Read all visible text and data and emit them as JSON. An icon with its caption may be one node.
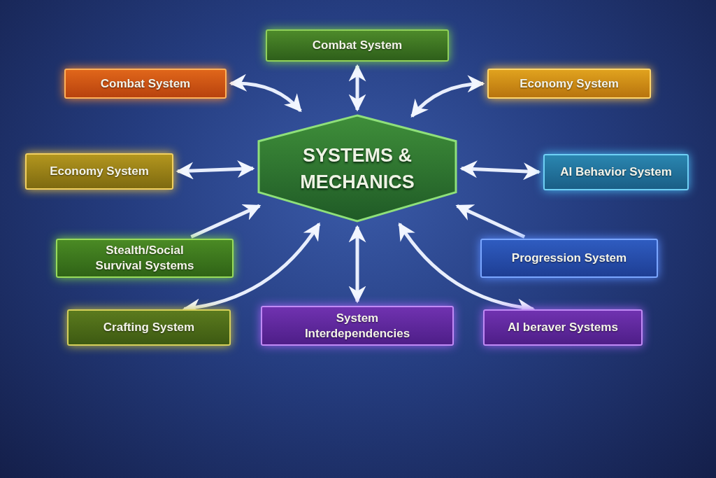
{
  "diagram": {
    "nodes": [
      {
        "text": [
          "SYSTEMS & MECHANICS"
        ]
      },
      {
        "text": [
          "Combat System"
        ]
      },
      {
        "text": [
          "Combat System"
        ]
      },
      {
        "text": [
          "Economy System"
        ]
      },
      {
        "text": [
          "Economy System"
        ]
      },
      {
        "text": [
          "AI Behavior System"
        ]
      },
      {
        "text": [
          "Stealth/Social Survival Systems"
        ]
      },
      {
        "text": [
          "Progression System"
        ]
      },
      {
        "text": [
          "Crafting System"
        ]
      },
      {
        "text": [
          "System Interdependencies"
        ]
      },
      {
        "text": [
          "AI beraver Systems"
        ]
      }
    ],
    "edges": [
      {
        "from": 0,
        "to": 1,
        "arrow": "both"
      },
      {
        "from": 2,
        "to": 0,
        "arrow": "both"
      },
      {
        "from": 3,
        "to": 0,
        "arrow": "both"
      },
      {
        "from": 4,
        "to": 0,
        "arrow": "both"
      },
      {
        "from": 0,
        "to": 5,
        "arrow": "both"
      },
      {
        "from": 6,
        "to": 0,
        "arrow": "to"
      },
      {
        "from": 7,
        "to": 0,
        "arrow": "to"
      },
      {
        "from": 8,
        "to": 0,
        "arrow": "both"
      },
      {
        "from": 9,
        "to": 0,
        "arrow": "both"
      },
      {
        "from": 10,
        "to": 0,
        "arrow": "both"
      }
    ]
  }
}
